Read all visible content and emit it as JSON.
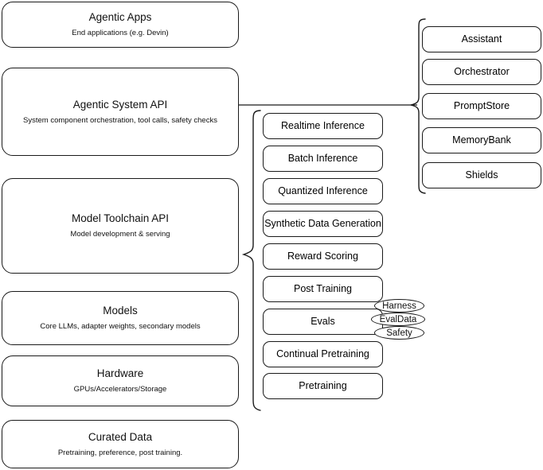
{
  "diagram": {
    "title": "Agentic stack layer diagram",
    "stroke_color": "#1a1a1a",
    "background_color": "#ffffff"
  },
  "layers": [
    {
      "title": "Agentic Apps",
      "subtitle": "End applications (e.g. Devin)"
    },
    {
      "title": "Agentic System API",
      "subtitle": "System component orchestration, tool calls, safety checks"
    },
    {
      "title": "Model Toolchain API",
      "subtitle": "Model development & serving"
    },
    {
      "title": "Models",
      "subtitle": "Core LLMs, adapter weights, secondary models"
    },
    {
      "title": "Hardware",
      "subtitle": "GPUs/Accelerators/Storage"
    },
    {
      "title": "Curated Data",
      "subtitle": "Pretraining, preference, post training."
    }
  ],
  "system_components": [
    {
      "label": "Assistant"
    },
    {
      "label": "Orchestrator"
    },
    {
      "label": "PromptStore"
    },
    {
      "label": "MemoryBank"
    },
    {
      "label": "Shields"
    }
  ],
  "toolchain_components": [
    {
      "label": "Realtime Inference"
    },
    {
      "label": "Batch Inference"
    },
    {
      "label": "Quantized Inference"
    },
    {
      "label": "Synthetic Data Generation"
    },
    {
      "label": "Reward Scoring"
    },
    {
      "label": "Post Training"
    },
    {
      "label": "Evals"
    },
    {
      "label": "Continual Pretraining"
    },
    {
      "label": "Pretraining"
    }
  ],
  "eval_tags": [
    {
      "label": "Harness"
    },
    {
      "label": "EvalData"
    },
    {
      "label": "Safety"
    }
  ]
}
